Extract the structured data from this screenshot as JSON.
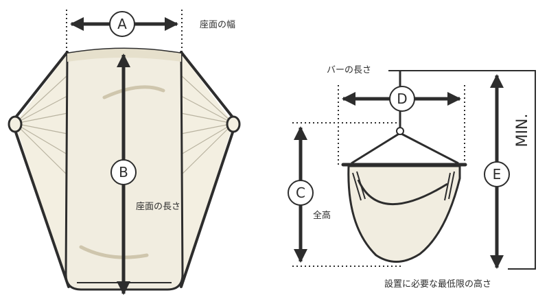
{
  "labels": {
    "seat_width": "座面の幅",
    "seat_length": "座面の長さ",
    "bar_length": "バーの長さ",
    "total_height": "全高",
    "min_install_height": "設置に必要な最低限の高さ",
    "min": "MIN."
  },
  "markers": {
    "a": "A",
    "b": "B",
    "c": "C",
    "d": "D",
    "e": "E"
  },
  "colors": {
    "outline": "#2d2d2d",
    "fabric": "#f3efe1",
    "fabric_shade": "#e6e0cc",
    "rope": "#b9b3a0"
  }
}
